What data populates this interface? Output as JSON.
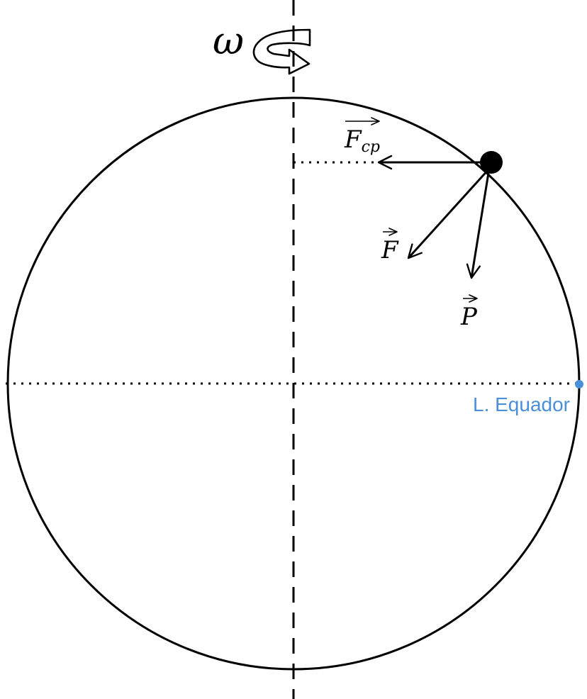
{
  "diagram": {
    "omega_symbol": "ω",
    "vectors": {
      "centripetal": {
        "base": "F",
        "subscript": "cp"
      },
      "resultant": {
        "base": "F"
      },
      "weight": {
        "base": "P"
      }
    },
    "equator": {
      "label": "L. Equador",
      "color": "#4a90d9"
    },
    "colors": {
      "stroke": "#000000",
      "body": "#000000"
    }
  }
}
